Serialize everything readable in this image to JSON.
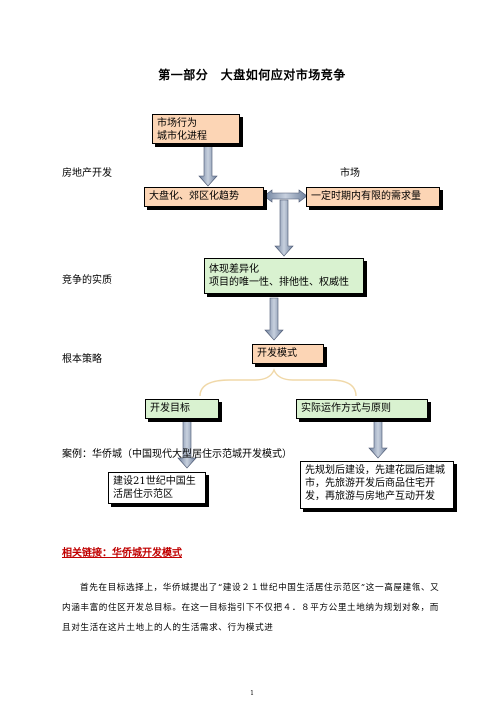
{
  "title": "第一部分　大盘如何应对市场竞争",
  "labels": {
    "real_estate": "房地产开发",
    "market": "市场",
    "competition": "竞争的实质",
    "strategy": "根本策略",
    "case": "案例：华侨城（中国现代大型居住示范城开发模式）"
  },
  "boxes": {
    "market_behavior": [
      "市场行为",
      "城市化进程"
    ],
    "large_scale": "大盘化、郊区化趋势",
    "limited_demand": "一定时期内有限的需求量",
    "differentiation": [
      "体现差异化",
      "项目的唯一性、排他性、权威性"
    ],
    "dev_mode": "开发模式",
    "dev_goal": "开发目标",
    "operation": "实际运作方式与原则",
    "goal_detail": [
      "建设21世纪中国生",
      "活居住示范区"
    ],
    "operation_detail": [
      "先规划后建设，先建花园后建城",
      "市，先旅游开发后商品住宅开",
      "发，再旅游与房地产互动开发"
    ]
  },
  "link": "相关链接：华侨城开发模式",
  "paragraph": "首先在目标选择上，华侨城提出了“建设２１世纪中国生活居住示范区”这一高屋建瓴、又内涵丰富的住区开发总目标。在这一目标指引下不仅把４．８平方公里土地纳为规划对象，而且对生活在这片土地上的人的生活需求、行为模式进",
  "page_number": "1",
  "colors": {
    "peach": "#fcd5b5",
    "green": "#d9f2d0",
    "arrow": "#8f9fb8",
    "link": "#c00000"
  }
}
